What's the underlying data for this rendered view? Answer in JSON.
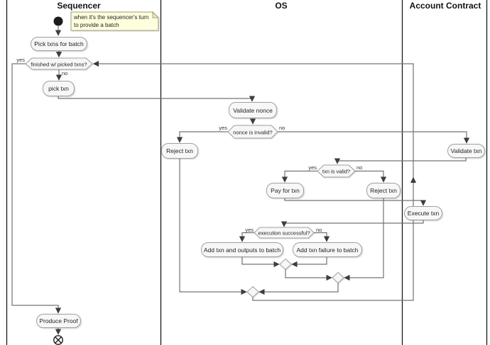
{
  "diagram": {
    "lanes": {
      "sequencer": "Sequencer",
      "os": "OS",
      "account_contract": "Account Contract"
    },
    "note": {
      "line1": "when it's the sequencer's turn",
      "line2": "to provide a batch"
    },
    "nodes": {
      "pick_txns_for_batch": "Pick txns for batch",
      "finished_decision": "finished w/ picked txns?",
      "pick_txn": "pick txn",
      "validate_nonce": "Validate nonce",
      "nonce_invalid_decision": "nonce is invalid?",
      "reject_txn_nonce": "Reject txn",
      "validate_txn": "Validate txn",
      "txn_valid_decision": "txn is valid?",
      "pay_for_txn": "Pay for txn",
      "reject_txn_invalid": "Reject txn",
      "execute_txn": "Execute txn",
      "execution_decision": "execution successful?",
      "add_outputs": "Add txn and outputs to batch",
      "add_failure": "Add txn failure to batch",
      "produce_proof": "Produce Proof"
    },
    "edge_labels": {
      "yes": "yes",
      "no": "no"
    },
    "colors": {
      "note_bg": "#feffdd",
      "note_border": "#9e9e7d",
      "node_bg": "#f7f7f7",
      "node_border": "#9f9f9f",
      "connector": "#737373",
      "arrowhead": "#3d3d3d",
      "lane_line": "#1a1a1a"
    }
  }
}
